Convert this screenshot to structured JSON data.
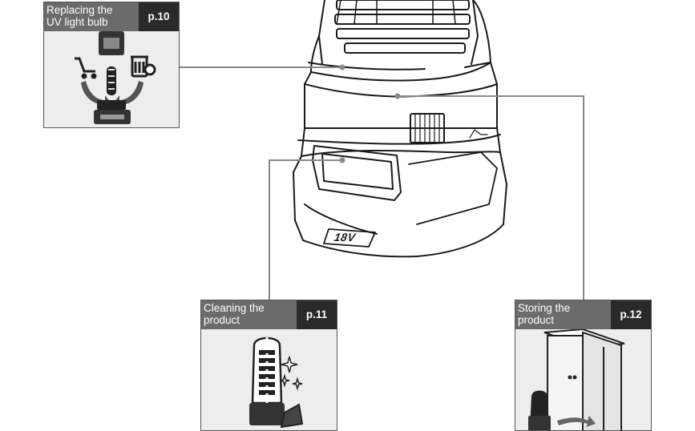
{
  "cards": [
    {
      "title": "Replacing the\nUV light bulb",
      "page": "p.10"
    },
    {
      "title": "Cleaning the\nproduct",
      "page": "p.11"
    },
    {
      "title": "Storing the\nproduct",
      "page": "p.12"
    }
  ],
  "product": {
    "voltage_label": "18V"
  },
  "colors": {
    "card_header": "#6b6b6b",
    "page_tag": "#2a2a2a",
    "card_bg": "#ededed",
    "leader_line": "#888888"
  },
  "icons": [
    "cart-icon",
    "uv-bulb-icon",
    "trash-can-icon",
    "battery-icon",
    "sparkle-icon",
    "storage-cabinet-icon",
    "arrow-icon"
  ]
}
